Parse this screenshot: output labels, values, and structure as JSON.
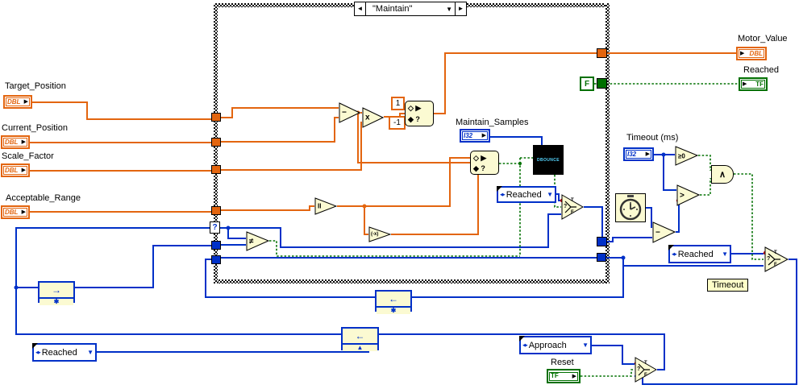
{
  "colors": {
    "wire_orange": "#E3650F",
    "wire_blue": "#0030C8",
    "wire_green": "#007000",
    "node_fill": "#FBFAD2"
  },
  "case_structure": {
    "selector_value": "\"Maintain\"",
    "prev_arrow": "◄",
    "next_arrow": "►",
    "dropdown_arrow": "▼",
    "selector_tunnel": "?"
  },
  "glyphs": {
    "arrow": "▶"
  },
  "terminals": {
    "target_position": {
      "label": "Target_Position",
      "type": "DBL"
    },
    "current_position": {
      "label": "Current_Position",
      "type": "DBL"
    },
    "scale_factor": {
      "label": "Scale_Factor",
      "type": "DBL"
    },
    "acceptable_range": {
      "label": "Acceptable_Range",
      "type": "DBL"
    },
    "motor_value": {
      "label": "Motor_Value",
      "type": "DBL"
    },
    "reached": {
      "label": "Reached",
      "type": "TF"
    },
    "maintain_samples": {
      "label": "Maintain_Samples",
      "type": "I32"
    },
    "timeout_ms": {
      "label": "Timeout (ms)",
      "type": "I32"
    },
    "reset": {
      "label": "Reset",
      "type": "TF"
    }
  },
  "constants": {
    "one": "1",
    "minus_one": "-1",
    "false_const": "F"
  },
  "enums": {
    "reached_case": "Reached",
    "reached_timeout": "Reached",
    "reached_init": "Reached",
    "approach": "Approach",
    "spinner": "◀▶",
    "dropdown": "▼"
  },
  "free_labels": {
    "timeout": "Timeout"
  },
  "functions": {
    "subtract": "−",
    "multiply": "x",
    "absolute": "II",
    "negate": "(-x)",
    "not_equal": "≠",
    "gte_zero": "≥0",
    "greater": ">",
    "and": "∧",
    "subtract2": "−",
    "select_q": "?",
    "select_t": "T",
    "select_f": "F",
    "in_range_row1": "◇ ▶",
    "in_range_row2": "◆ ?",
    "debounce": "DBOUNCE",
    "feedback_right": "→",
    "feedback_left": "←",
    "feedback_init": "✱",
    "feedback_init_in": "▲"
  }
}
